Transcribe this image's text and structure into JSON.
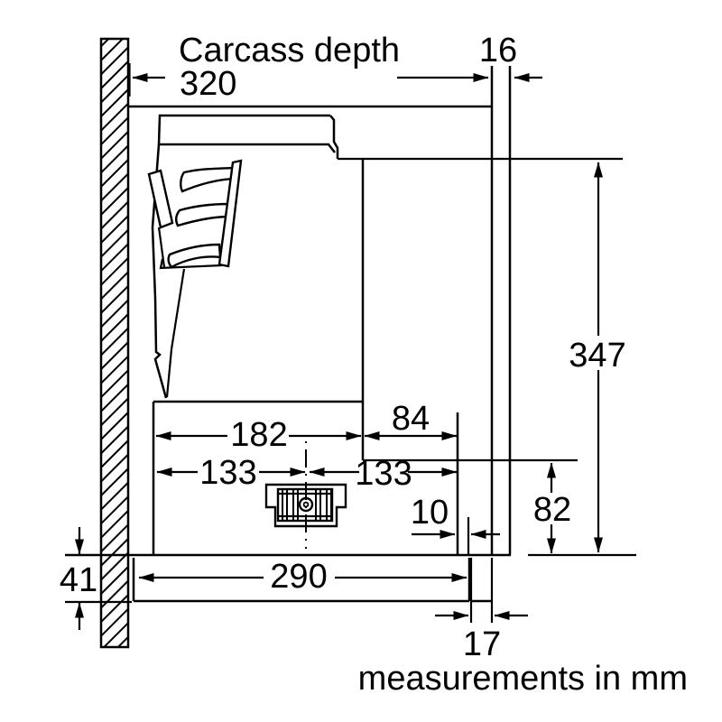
{
  "diagram": {
    "title": "Carcass depth",
    "units_note": "measurements in mm",
    "colors": {
      "line": "#000000",
      "background": "#ffffff"
    },
    "dimensions": {
      "carcass_depth": "320",
      "side_panel_thickness": "16",
      "duct_area_height": "347",
      "body_depth": "182",
      "front_extension": "84",
      "centre_from_back": "133",
      "centre_from_front": "133",
      "front_gap": "10",
      "lower_front_height": "82",
      "front_panel_depth": "290",
      "front_panel_height": "41",
      "bottom_offset": "17"
    }
  }
}
